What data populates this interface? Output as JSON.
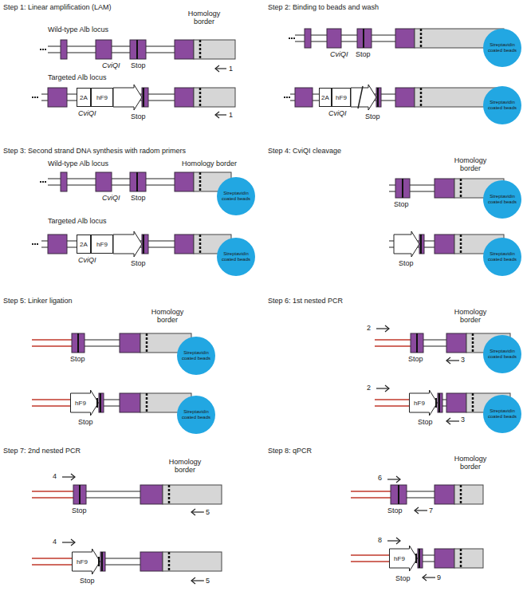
{
  "diagram": {
    "nodes": [
      {
        "text": [
          "2A"
        ]
      },
      {
        "text": [
          "hF9"
        ]
      },
      {
        "text": [
          "Streptavidin coated beads"
        ]
      },
      {
        "text": [
          "2A"
        ]
      },
      {
        "text": [
          "hF9"
        ]
      },
      {
        "text": [
          "Streptavidin coated beads"
        ]
      },
      {
        "text": [
          "Streptavidin coated beads"
        ]
      },
      {
        "text": [
          "2A"
        ]
      },
      {
        "text": [
          "hF9"
        ]
      },
      {
        "text": [
          "Streptavidin coated beads"
        ]
      },
      {
        "text": [
          "Streptavidin coated beads"
        ]
      },
      {
        "text": [
          "Streptavidin coated beads"
        ]
      },
      {
        "text": [
          "Streptavidin coated beads"
        ]
      },
      {
        "text": [
          "hF9"
        ]
      },
      {
        "text": [
          "Streptavidin coated beads"
        ]
      },
      {
        "text": [
          "Streptavidin coated beads"
        ]
      },
      {
        "text": [
          "hF9"
        ]
      },
      {
        "text": [
          "Streptavidin coated beads"
        ]
      },
      {
        "text": [
          "hF9"
        ]
      },
      {
        "text": [
          "hF9"
        ]
      }
    ],
    "labels": [
      "Step 1: Linear amplification (LAM)",
      "Wild-type Alb locus",
      "Homology border",
      "CviQI",
      "Stop",
      "1",
      "Targeted Alb locus",
      "CviQI",
      "Stop",
      "1",
      "Step 2: Binding to beads and wash",
      "CviQI",
      "Stop",
      "CviQI",
      "Stop",
      "Step 3: Second strand DNA synthesis with radom primers",
      "Wild-type Alb locus",
      "Homology border",
      "CviQI",
      "Stop",
      "Targeted Alb locus",
      "CviQI",
      "Stop",
      "Step 4: CviQI cleavage",
      "Homology border",
      "Stop",
      "Stop",
      "Step 5: Linker ligation",
      "Homology border",
      "Stop",
      "Stop",
      "Step 6: 1st nested PCR",
      "Homology border",
      "2",
      "Stop",
      "3",
      "2",
      "Stop",
      "3",
      "Step 7: 2nd nested PCR",
      "Homology border",
      "4",
      "Stop",
      "5",
      "4",
      "Stop",
      "5",
      "Step 8: qPCR",
      "Homology border",
      "6",
      "Stop",
      "7",
      "8",
      "Stop",
      "9"
    ]
  }
}
